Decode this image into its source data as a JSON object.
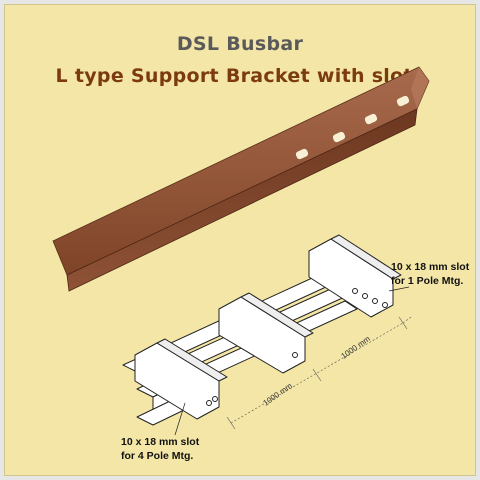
{
  "title": "DSL Busbar",
  "subtitle": "L type Support Bracket with slots",
  "labels": {
    "slot_1pole_line1": "10 x 18 mm slot",
    "slot_1pole_line2": "for 1 Pole Mtg.",
    "slot_4pole_line1": "10 x 18 mm slot",
    "slot_4pole_line2": "for 4 Pole Mtg."
  },
  "dimensions": {
    "span_upper": "1000 mm",
    "span_lower": "1000 mm"
  },
  "colors": {
    "background": "#f3e6a6",
    "bracket": "#8b4a2b",
    "title_main": "#5a5a5a",
    "title_sub": "#7b3a10"
  }
}
